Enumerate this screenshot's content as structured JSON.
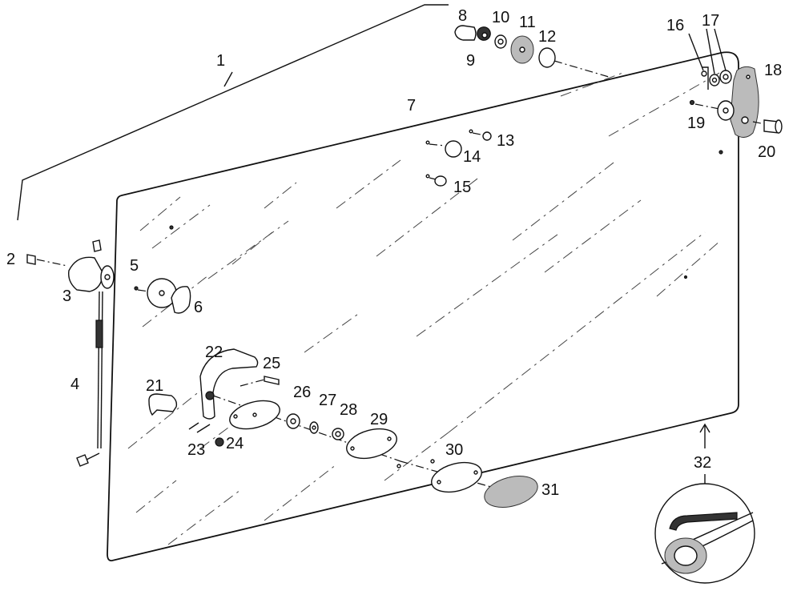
{
  "labels": {
    "l1": "1",
    "l2": "2",
    "l3": "3",
    "l4": "4",
    "l5": "5",
    "l6": "6",
    "l7": "7",
    "l8": "8",
    "l9": "9",
    "l10": "10",
    "l11": "11",
    "l12": "12",
    "l13": "13",
    "l14": "14",
    "l15": "15",
    "l16": "16",
    "l17": "17",
    "l18": "18",
    "l19": "19",
    "l20": "20",
    "l21": "21",
    "l22": "22",
    "l23": "23",
    "l24": "24",
    "l25": "25",
    "l26": "26",
    "l27": "27",
    "l28": "28",
    "l29": "29",
    "l30": "30",
    "l31": "31",
    "l32": "32"
  }
}
